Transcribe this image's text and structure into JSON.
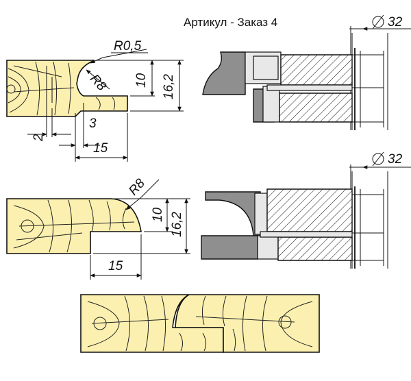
{
  "title": "Артикул - Заказ 4",
  "top_profile": {
    "dims": {
      "r_small": "R0,5",
      "r_big": "R8",
      "h1": "10",
      "h2": "16,2",
      "w_a": "2",
      "w_b": "3",
      "w_c": "15"
    }
  },
  "top_cutter": {
    "diameter": "32"
  },
  "mid_profile": {
    "dims": {
      "r_big": "R8",
      "h1": "10",
      "h2": "16,2",
      "w_c": "15"
    }
  },
  "mid_cutter": {
    "diameter": "32"
  },
  "colors": {
    "wood": "#fbf0b0",
    "steel": "#8f8f8f",
    "line": "#111111"
  }
}
